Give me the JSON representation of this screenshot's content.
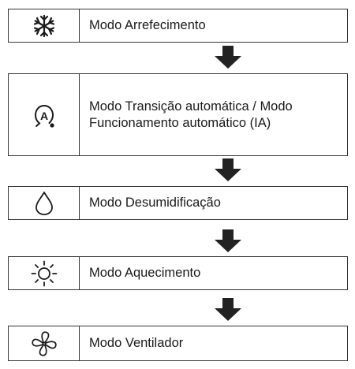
{
  "modes": [
    {
      "icon": "snowflake-icon",
      "label": "Modo Arrefecimento"
    },
    {
      "icon": "auto-a-icon",
      "label": "Modo Transição automática / Modo Funcionamento automático (IA)"
    },
    {
      "icon": "droplet-icon",
      "label": "Modo Desumidificação"
    },
    {
      "icon": "sun-icon",
      "label": "Modo Aquecimento"
    },
    {
      "icon": "fan-icon",
      "label": "Modo Ventilador"
    }
  ],
  "icon_glyphs": {
    "auto-a-icon": "A"
  },
  "colors": {
    "border": "#333333",
    "arrow": "#222222",
    "text": "#1a1a1a"
  }
}
